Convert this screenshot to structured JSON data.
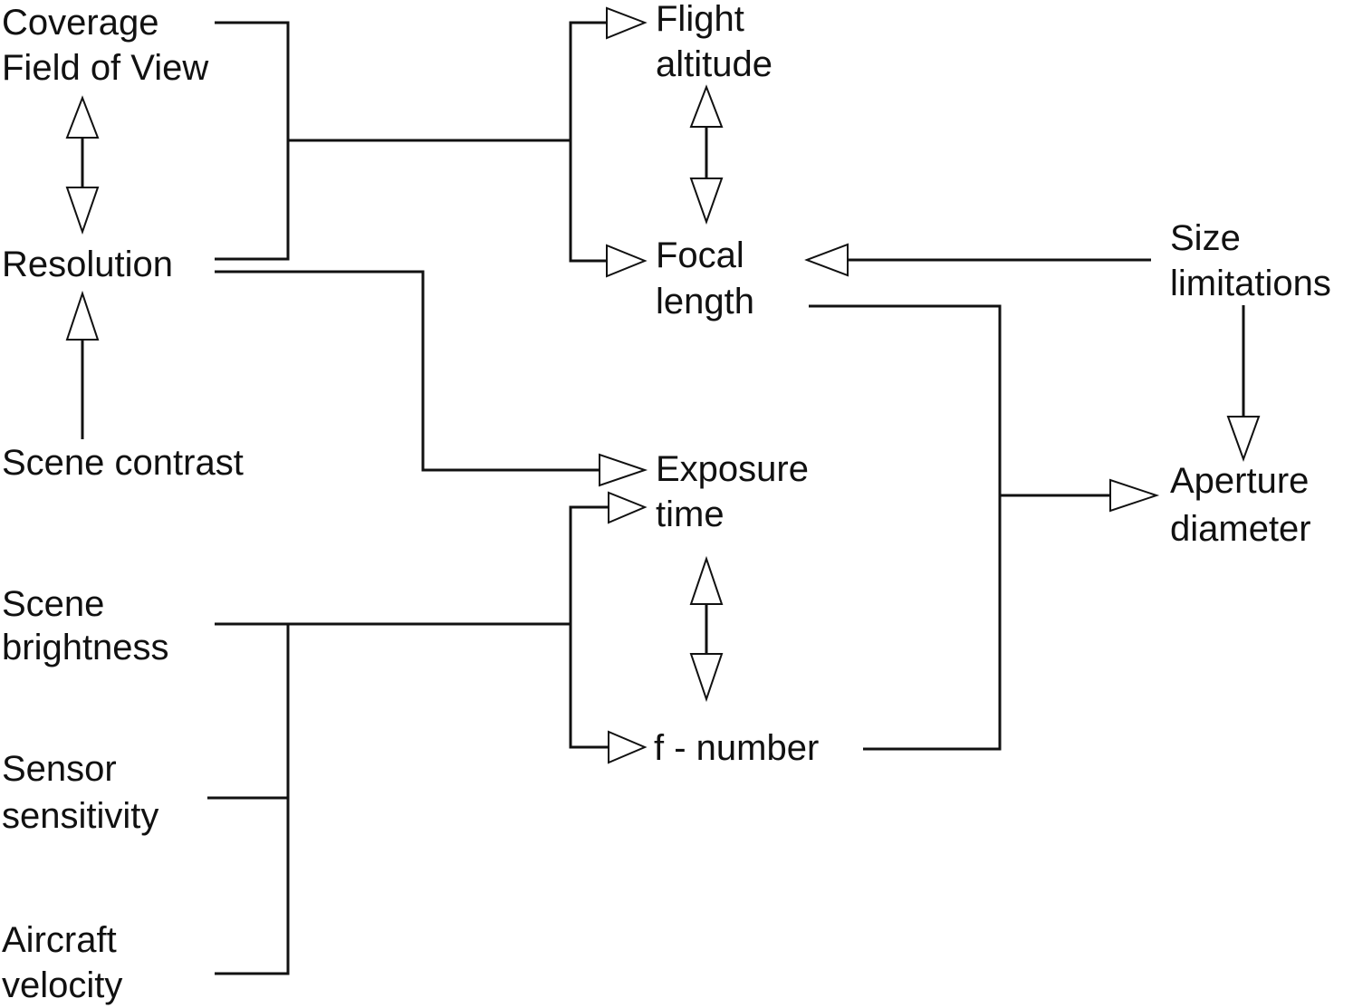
{
  "nodes": {
    "coverage": {
      "lines": [
        "Coverage",
        "Field of View"
      ]
    },
    "resolution": {
      "lines": [
        "Resolution"
      ]
    },
    "scene_contrast": {
      "lines": [
        "Scene contrast"
      ]
    },
    "scene_brightness": {
      "lines": [
        "Scene",
        "brightness"
      ]
    },
    "sensor_sensitivity": {
      "lines": [
        "Sensor",
        "sensitivity"
      ]
    },
    "aircraft_velocity": {
      "lines": [
        "Aircraft",
        "velocity"
      ]
    },
    "flight_altitude": {
      "lines": [
        "Flight",
        "altitude"
      ]
    },
    "focal_length": {
      "lines": [
        "Focal",
        "length"
      ]
    },
    "exposure_time": {
      "lines": [
        "Exposure",
        "time"
      ]
    },
    "f_number": {
      "lines": [
        "f - number"
      ]
    },
    "size_limitations": {
      "lines": [
        "Size",
        "limitations"
      ]
    },
    "aperture_diameter": {
      "lines": [
        "Aperture",
        "diameter"
      ]
    }
  },
  "connections": [
    {
      "from": [
        "coverage",
        "resolution"
      ],
      "to": [
        "flight_altitude",
        "focal_length"
      ],
      "type": "bracket-join"
    },
    {
      "from": [
        "resolution"
      ],
      "to": [
        "exposure_time"
      ],
      "type": "arrow"
    },
    {
      "from": [
        "scene_contrast"
      ],
      "to": [
        "resolution"
      ],
      "type": "arrow"
    },
    {
      "between": [
        "coverage",
        "resolution"
      ],
      "type": "tradeoff"
    },
    {
      "between": [
        "flight_altitude",
        "focal_length"
      ],
      "type": "tradeoff"
    },
    {
      "between": [
        "exposure_time",
        "f_number"
      ],
      "type": "tradeoff"
    },
    {
      "from": [
        "scene_brightness",
        "sensor_sensitivity",
        "aircraft_velocity"
      ],
      "to": [
        "exposure_time",
        "f_number"
      ],
      "type": "bracket-join"
    },
    {
      "from": [
        "size_limitations"
      ],
      "to": [
        "focal_length"
      ],
      "type": "arrow"
    },
    {
      "from": [
        "size_limitations"
      ],
      "to": [
        "aperture_diameter"
      ],
      "type": "arrow"
    },
    {
      "from": [
        "focal_length",
        "f_number"
      ],
      "to": [
        "aperture_diameter"
      ],
      "type": "bracket-join"
    }
  ]
}
